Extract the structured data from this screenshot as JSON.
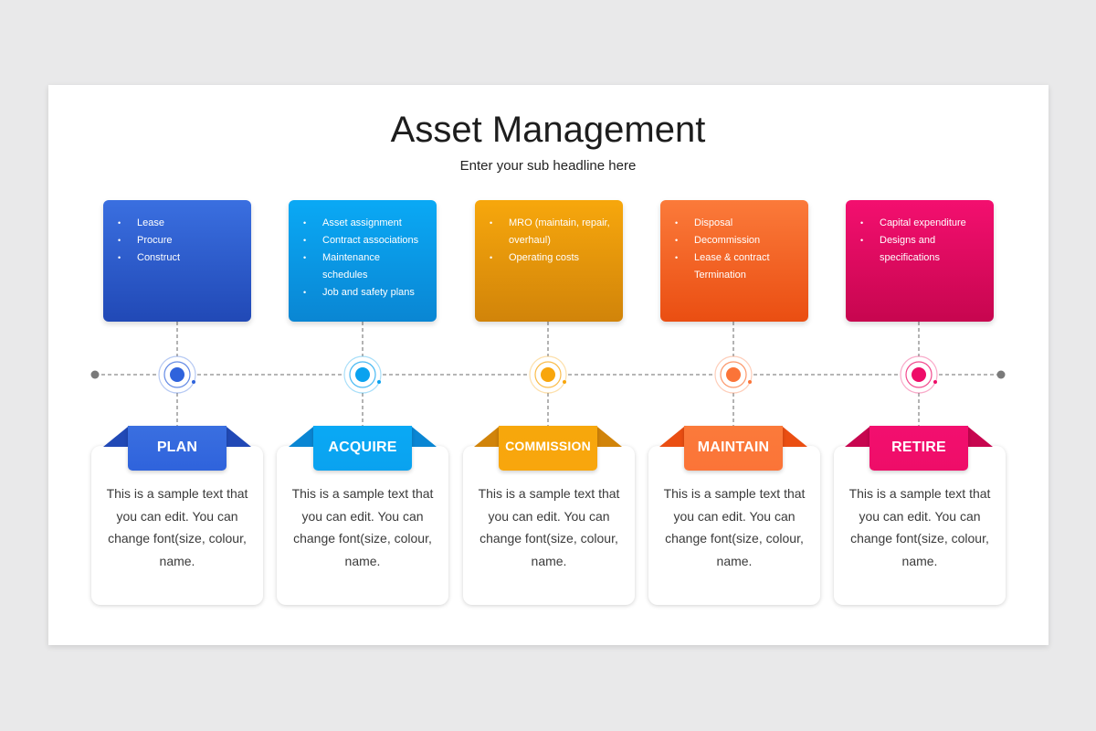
{
  "title": "Asset Management",
  "subtitle": "Enter your sub headline here",
  "stages": [
    {
      "label": "PLAN",
      "bullets": [
        "Lease",
        "Procure",
        "Construct"
      ],
      "text": "This is a sample text that you can edit. You can change font(size, colour, name.",
      "color_top": "#3a6fe0",
      "color_bottom": "#2149b6",
      "accent": "#2f63dc"
    },
    {
      "label": "ACQUIRE",
      "bullets": [
        "Asset assignment",
        "Contract associations",
        "Maintenance schedules",
        "Job and safety plans"
      ],
      "text": "This is a sample text that you can edit. You can change font(size, colour, name.",
      "color_top": "#0aa9f5",
      "color_bottom": "#0a86d3",
      "accent": "#0aa2ef"
    },
    {
      "label": "COMMISSION",
      "bullets": [
        "MRO (maintain, repair, overhaul)",
        "Operating costs"
      ],
      "text": "This is a sample text that you can edit. You can change font(size, colour, name.",
      "color_top": "#f7a70c",
      "color_bottom": "#d1840a",
      "accent": "#f8a60d"
    },
    {
      "label": "MAINTAIN",
      "bullets": [
        "Disposal",
        "Decommission",
        "Lease & contract Termination"
      ],
      "text": "This is a sample text that you can edit. You can change font(size, colour, name.",
      "color_top": "#fb7a3a",
      "color_bottom": "#ea4e12",
      "accent": "#fb7438"
    },
    {
      "label": "RETIRE",
      "bullets": [
        "Capital expenditure",
        "Designs and specifications"
      ],
      "text": "This is a sample text that you can edit. You can change font(size, colour, name.",
      "color_top": "#f30f6f",
      "color_bottom": "#c7064f",
      "accent": "#ee0d68"
    }
  ]
}
